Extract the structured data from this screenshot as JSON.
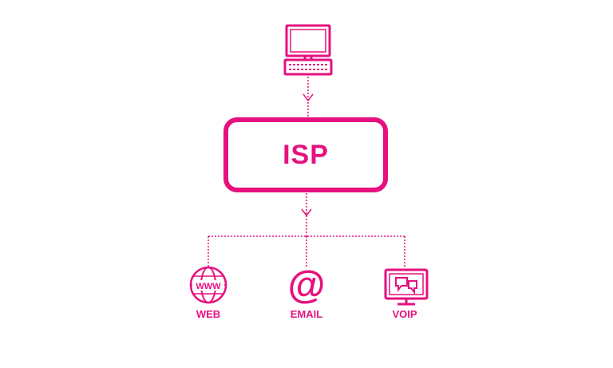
{
  "colors": {
    "accent": "#e6117f",
    "background": "#ffffff"
  },
  "diagram": {
    "center_node": "ISP",
    "source_icon": "desktop-computer-icon",
    "services": [
      {
        "label": "WEB",
        "icon": "globe-icon",
        "icon_text": "WWW"
      },
      {
        "label": "EMAIL",
        "icon": "at-sign-icon",
        "icon_text": "@"
      },
      {
        "label": "VOIP",
        "icon": "monitor-chat-icon",
        "icon_text": ""
      }
    ]
  }
}
